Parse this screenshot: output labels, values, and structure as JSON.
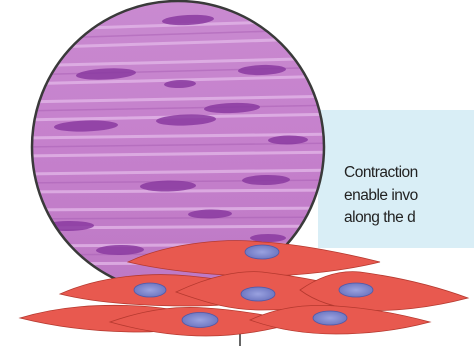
{
  "callout": {
    "line1": "Contraction",
    "line2": "enable invo",
    "line3": "along the d"
  }
}
